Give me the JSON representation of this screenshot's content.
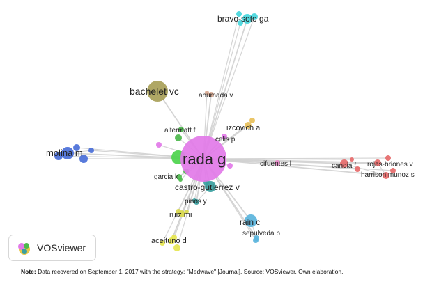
{
  "network": {
    "nodes": [
      {
        "id": "rada",
        "label": "rada g",
        "color": "#e27ae8",
        "weight": 10
      },
      {
        "id": "bachelet",
        "label": "bachelet vc",
        "color": "#a8a058",
        "weight": 5
      },
      {
        "id": "bravo",
        "label": "bravo-soto ga",
        "color": "#46d6dc",
        "weight": 2
      },
      {
        "id": "ahumada",
        "label": "ahumada v",
        "color": "#d8a890",
        "weight": 1
      },
      {
        "id": "izcovich",
        "label": "izcovich a",
        "color": "#e8c05a",
        "weight": 1
      },
      {
        "id": "altermatt",
        "label": "altermatt f",
        "color": "#4cb84c",
        "weight": 1
      },
      {
        "id": "celis",
        "label": "celis p",
        "color": "#e27ae8",
        "weight": 1
      },
      {
        "id": "molina",
        "label": "molina m",
        "color": "#4a6fd8",
        "weight": 3
      },
      {
        "id": "cifuentes",
        "label": "cifuentes l",
        "color": "#e887c8",
        "weight": 1
      },
      {
        "id": "candia",
        "label": "candia f",
        "color": "#e66a6a",
        "weight": 1
      },
      {
        "id": "rojas",
        "label": "rojas-briones v",
        "color": "#e66a6a",
        "weight": 1
      },
      {
        "id": "harrison",
        "label": "harrison munoz s",
        "color": "#e66a6a",
        "weight": 1
      },
      {
        "id": "garcia",
        "label": "garcia k",
        "color": "#4cb84c",
        "weight": 1
      },
      {
        "id": "castro",
        "label": "castro-gutierrez v",
        "color": "#3aa0a0",
        "weight": 2
      },
      {
        "id": "pinos",
        "label": "pinos y",
        "color": "#3aa0a0",
        "weight": 1
      },
      {
        "id": "ruiz",
        "label": "ruiz mi",
        "color": "#d8d84a",
        "weight": 1
      },
      {
        "id": "rain",
        "label": "rain c",
        "color": "#5ab4dc",
        "weight": 2
      },
      {
        "id": "sepulveda",
        "label": "sepulveda p",
        "color": "#5ab4dc",
        "weight": 1
      },
      {
        "id": "aceituno",
        "label": "aceituno d",
        "color": "#e6e650",
        "weight": 1
      }
    ]
  },
  "logo": {
    "text": "VOSviewer"
  },
  "note": {
    "prefix": "Note:",
    "text": " Data recovered on September 1, 2017 with the strategy: \"Medwave\" [Journal]. Source: VOSviewer. Own elaboration."
  }
}
